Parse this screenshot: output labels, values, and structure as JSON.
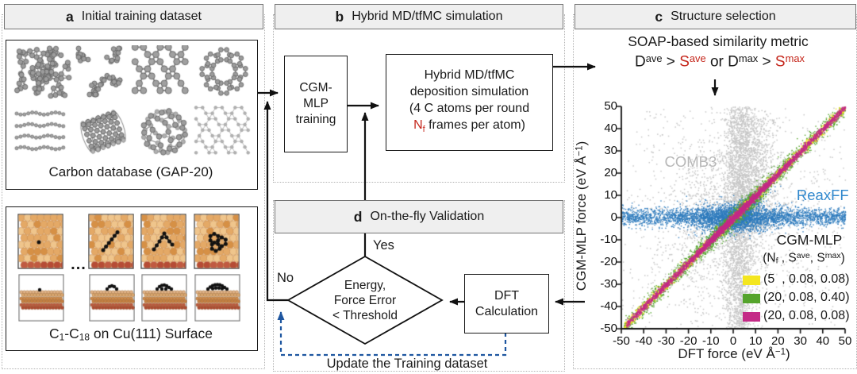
{
  "figure": {
    "panels": {
      "a": {
        "label": "a",
        "title": "Initial training dataset",
        "carbon_box": {
          "caption": "Carbon database (GAP-20)",
          "structures": [
            "amorphous-carbon",
            "branched-carbon-clusters",
            "graphene-flake",
            "carbon-nanoring",
            "carbon-chains",
            "carbon-nanotube",
            "fullerene",
            "graphene-sheet"
          ]
        },
        "ellipsis": "...",
        "cu_box": {
          "caption_parts": [
            {
              "t": "C"
            },
            {
              "t": "1",
              "sub": true
            },
            {
              "t": "-C"
            },
            {
              "t": "18",
              "sub": true
            },
            {
              "t": " on Cu(111) Surface"
            }
          ],
          "clusters": [
            "single-atom",
            "carbon-chain",
            "branched-cluster",
            "ring-cluster"
          ]
        }
      },
      "b": {
        "label": "b",
        "title": "Hybrid MD/tfMC simulation",
        "training_box_lines": [
          "CGM-",
          "MLP",
          "training"
        ],
        "deposition_box": {
          "lines": [
            "Hybrid MD/tfMC",
            "deposition simulation",
            "(4 C atoms per round"
          ],
          "last_line_parts": [
            {
              "t": "N",
              "red": true
            },
            {
              "t": "f",
              "sub": true,
              "red": true
            },
            {
              "t": " frames per atom)"
            }
          ]
        }
      },
      "d": {
        "label": "d",
        "title": "On-the-fly Validation",
        "yes_label": "Yes",
        "no_label": "No",
        "diamond_lines": [
          "Energy,",
          "Force Error",
          "< Threshold"
        ],
        "dft_box_lines": [
          "DFT",
          "Calculation"
        ],
        "update_label": "Update the Training dataset"
      },
      "c": {
        "label": "c",
        "title": "Structure selection",
        "subtitle": "SOAP-based similarity metric",
        "formula_parts": [
          {
            "t": "D"
          },
          {
            "t": "ave",
            "sup": true
          },
          {
            "t": " > "
          },
          {
            "t": "S",
            "red": true
          },
          {
            "t": "ave",
            "sup": true,
            "red": true
          },
          {
            "t": " or D"
          },
          {
            "t": "max",
            "sup": true
          },
          {
            "t": " > "
          },
          {
            "t": "S",
            "red": true
          },
          {
            "t": "max",
            "sup": true,
            "red": true
          }
        ]
      }
    },
    "colors": {
      "accent_red": "#c5271c",
      "update_arrow_blue": "#1e56a0",
      "header_bg": "#efefef",
      "cu_atom_tan": "#e8b271",
      "cu_atom_red": "#bb5a40",
      "carbon_atom_gray": "#9c9c9c"
    }
  },
  "chart_data": {
    "type": "scatter",
    "xlabel_parts": [
      {
        "t": "DFT force (eV Å"
      },
      {
        "t": "−1",
        "sup": true
      },
      {
        "t": ")"
      }
    ],
    "ylabel_parts": [
      {
        "t": "CGM-MLP force (eV Å"
      },
      {
        "t": "−1",
        "sup": true
      },
      {
        "t": ")"
      }
    ],
    "xlim": [
      -50,
      50
    ],
    "ylim": [
      -50,
      50
    ],
    "xticks": [
      -50,
      -40,
      -30,
      -20,
      -10,
      0,
      10,
      20,
      30,
      40,
      50
    ],
    "yticks": [
      -50,
      -40,
      -30,
      -20,
      -10,
      0,
      10,
      20,
      30,
      40,
      50
    ],
    "grid": false,
    "legend_position": "lower right",
    "series": [
      {
        "name": "COMB3",
        "color": "#c6c6c6",
        "description": "classical potential; broad vertical scatter, weak correlation with DFT",
        "label": {
          "text": "COMB3",
          "color": "#b7b7b7",
          "x": -19,
          "y": 25
        },
        "clouds": [
          {
            "n": 2400,
            "x": [
              "normal",
              2.5,
              3.5
            ],
            "y": [
              "uniform",
              -51,
              51
            ]
          },
          {
            "n": 1000,
            "x": [
              "normal",
              9,
              5
            ],
            "y": [
              "uniform",
              -5,
              46
            ]
          },
          {
            "n": 1600,
            "x": [
              "normal",
              -2,
              15
            ],
            "y": [
              "normal",
              0,
              20
            ]
          },
          {
            "n": 600,
            "x": [
              "uniform",
              -51,
              51
            ],
            "y": [
              "uniform",
              -51,
              51
            ]
          }
        ]
      },
      {
        "name": "ReaxFF",
        "color": "#2e7bbd",
        "description": "reactive force field; forces collapse toward zero, horizontal band",
        "label": {
          "text": "ReaxFF",
          "color": "#3188cd",
          "x": 40,
          "y": 10
        },
        "clouds": [
          {
            "n": 2400,
            "x": [
              "uniform",
              -51,
              51
            ],
            "y": [
              "normal",
              0.5,
              2.0
            ]
          },
          {
            "n": 1700,
            "x": [
              "normal",
              0,
              10
            ],
            "y": [
              "normal",
              0,
              3.2
            ]
          },
          {
            "n": 1100,
            "x": [
              "normal",
              2,
              5
            ],
            "y": [
              "diag",
              0.8,
              2.0
            ]
          }
        ]
      },
      {
        "name": "CGM-MLP (20, 0.08, 0.40)",
        "color": "#55a42c",
        "description": "tight diagonal y = x",
        "clouds": [
          {
            "n": 2000,
            "x": [
              "uniform",
              -49,
              50
            ],
            "y": [
              "diag",
              1,
              1.8
            ]
          },
          {
            "n": 900,
            "x": [
              "normal",
              0,
              12
            ],
            "y": [
              "diag",
              1,
              2.3
            ]
          }
        ]
      },
      {
        "name": "CGM-MLP (5, 0.08, 0.08)",
        "color": "#f4e61f",
        "description": "tight diagonal y = x",
        "clouds": [
          {
            "n": 1400,
            "x": [
              "uniform",
              -49,
              50
            ],
            "y": [
              "diag",
              1,
              1.1
            ]
          }
        ]
      },
      {
        "name": "CGM-MLP (20, 0.08, 0.08)",
        "color": "#c42a87",
        "description": "tightest diagonal y = x, dense core near origin",
        "clouds": [
          {
            "n": 2400,
            "x": [
              "uniform",
              -48,
              50
            ],
            "y": [
              "diag",
              1,
              0.8
            ]
          },
          {
            "n": 1700,
            "x": [
              "normal",
              1,
              9
            ],
            "y": [
              "diag",
              1,
              0.9
            ]
          }
        ]
      }
    ],
    "legend": {
      "title": "CGM-MLP",
      "header_parts": [
        {
          "t": "(N"
        },
        {
          "t": "f",
          "sub": true
        },
        {
          "t": " , S"
        },
        {
          "t": "ave",
          "sup": true
        },
        {
          "t": ", S"
        },
        {
          "t": "max",
          "sup": true
        },
        {
          "t": ")"
        }
      ],
      "entries": [
        {
          "color": "#f4e61f",
          "label": "(5  , 0.08, 0.08)"
        },
        {
          "color": "#55a42c",
          "label": "(20, 0.08, 0.40)"
        },
        {
          "color": "#c42a87",
          "label": "(20, 0.08, 0.08)"
        }
      ]
    }
  }
}
